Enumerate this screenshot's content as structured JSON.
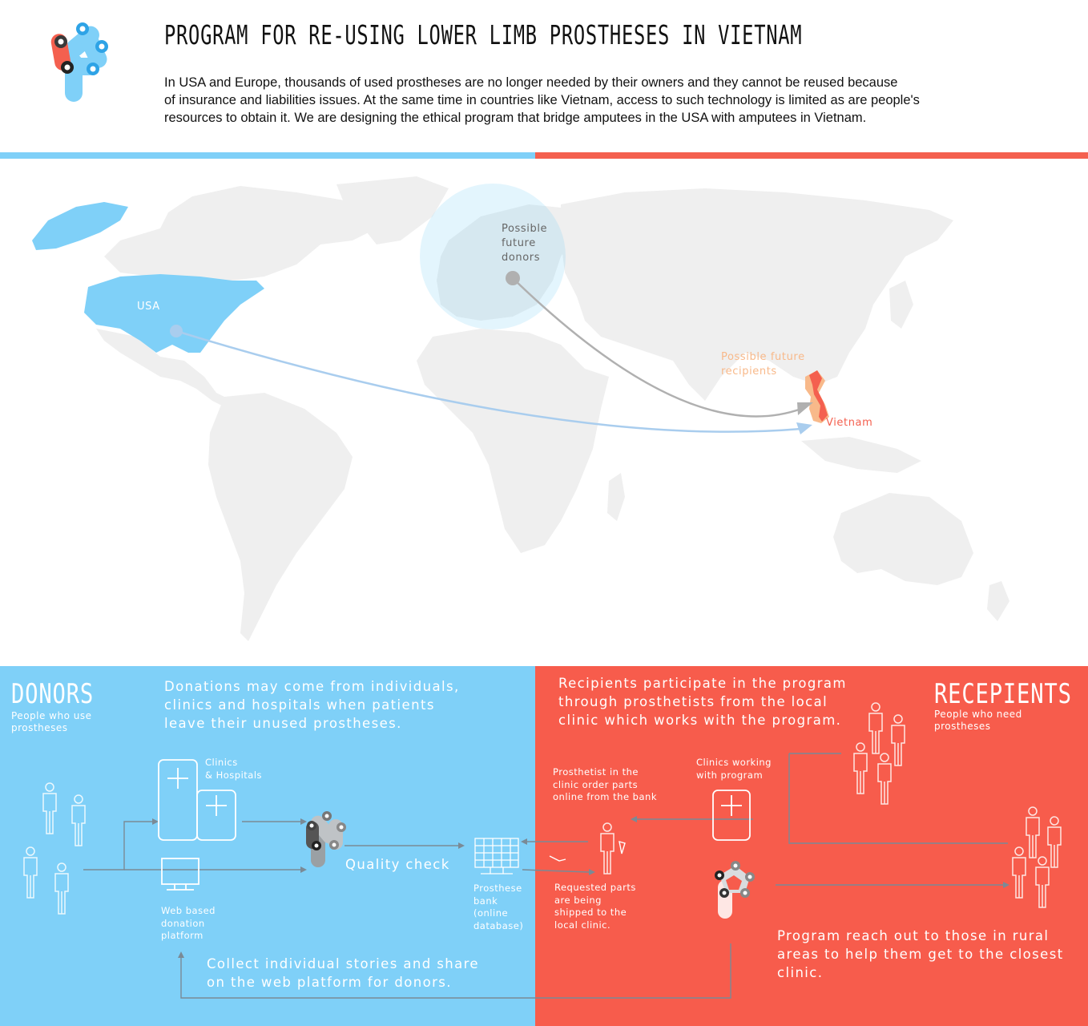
{
  "header": {
    "title": "PROGRAM FOR RE-USING LOWER LIMB PROSTHESES IN VIETNAM",
    "intro_lines": [
      "In USA and Europe, thousands of used prostheses are no longer needed by their owners and they cannot be reused because",
      "of insurance and liabilities issues. At the same time in countries like Vietnam, access to such technology is limited as are people's",
      "resources to obtain it. We are designing the ethical program that bridge amputees in the USA with amputees in Vietnam."
    ]
  },
  "colors": {
    "blue": "#7fd0f8",
    "red": "#f75c4c",
    "land": "#efefef",
    "orange": "#f8b98a"
  },
  "map": {
    "usa_label": "USA",
    "europe_label_lines": [
      "Possible",
      "future",
      "donors"
    ],
    "recipients_label_lines": [
      "Possible future",
      "recipients"
    ],
    "vietnam_label": "Vietnam"
  },
  "donors": {
    "heading": "DONORS",
    "sub_lines": [
      "People who use",
      "prostheses"
    ],
    "desc_lines": [
      "Donations may come from individuals,",
      "clinics and hospitals when patients",
      "leave their unused prostheses."
    ],
    "clinics_lines": [
      "Clinics",
      "& Hospitals"
    ],
    "web_lines": [
      "Web based",
      "donation",
      "platform"
    ],
    "quality_check": "Quality check",
    "bank_lines": [
      "Prosthese",
      "bank",
      "(online",
      "database)"
    ],
    "stories_lines": [
      "Collect individual stories and share",
      "on the web platform for donors."
    ]
  },
  "recipients": {
    "heading": "RECEPIENTS",
    "sub_lines": [
      "People who need",
      "prostheses"
    ],
    "desc_lines": [
      "Recipients participate in the program",
      "through prosthetists from the local",
      "clinic which works with the program."
    ],
    "clinics_lines": [
      "Clinics working",
      "with program"
    ],
    "prosthetist_lines": [
      "Prosthetist in the",
      "clinic order parts",
      "online from the bank"
    ],
    "shipped_lines": [
      "Requested parts",
      "are being",
      "shipped to the",
      "local clinic."
    ],
    "outreach_lines": [
      "Program reach out to those in rural",
      "areas to help them get to the closest",
      "clinic."
    ]
  }
}
